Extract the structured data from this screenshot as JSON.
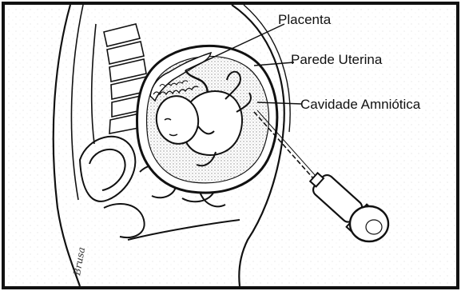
{
  "labels": {
    "placenta": "Placenta",
    "uterine_wall": "Parede Uterina",
    "amniotic_cavity": "Cavidade Amniótica"
  },
  "signature": "Brusa",
  "colors": {
    "ink": "#111111",
    "stipple": "#9a9a9a",
    "background": "#ffffff"
  }
}
